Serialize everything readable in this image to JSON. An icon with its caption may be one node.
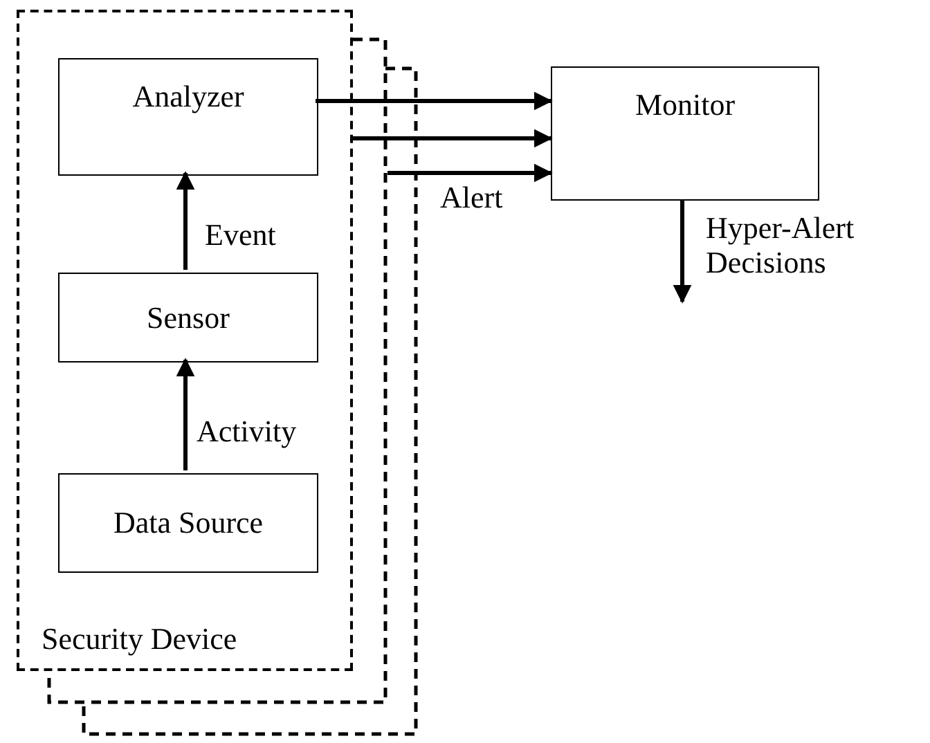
{
  "diagram": {
    "nodes": [
      {
        "text": [
          "Security Device"
        ]
      },
      {
        "text": [
          "Analyzer"
        ],
        "in": 0
      },
      {
        "text": [
          "Sensor"
        ],
        "in": 0
      },
      {
        "text": [
          "Data Source"
        ],
        "in": 0
      },
      {
        "text": [
          "Monitor"
        ]
      }
    ],
    "edges": [
      {
        "from": 1,
        "to": 4,
        "arrow": "to"
      },
      {
        "from": 0,
        "to": 4,
        "arrow": "to"
      },
      {
        "from": null,
        "to": 4,
        "arrow": "to",
        "label": "Alert"
      },
      {
        "from": 2,
        "to": 1,
        "arrow": "to",
        "label": "Event"
      },
      {
        "from": 3,
        "to": 2,
        "arrow": "to",
        "label": "Activity"
      },
      {
        "from": 4,
        "to": null,
        "arrow": "to",
        "label": "Hyper-Alert Decisions"
      }
    ]
  }
}
